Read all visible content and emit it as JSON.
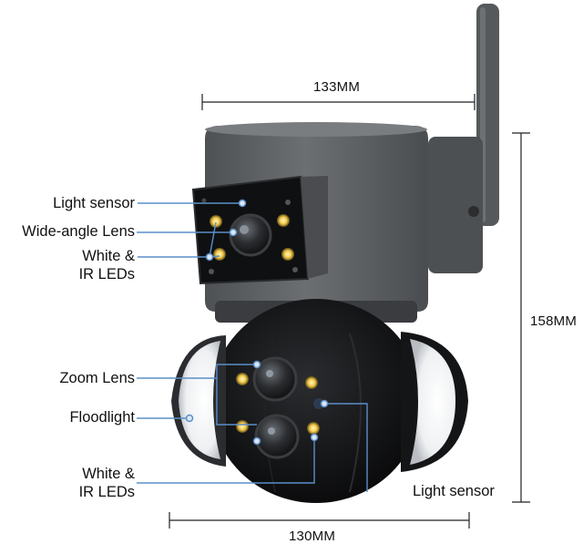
{
  "dimensions": {
    "top_width": "133MM",
    "height": "158MM",
    "bottom_width": "130MM"
  },
  "labels": {
    "light_sensor_top": "Light sensor",
    "wide_angle_lens": "Wide-angle Lens",
    "white_ir_leds_top_1": "White &",
    "white_ir_leds_top_2": "IR LEDs",
    "zoom_lens": "Zoom Lens",
    "floodlight": "Floodlight",
    "white_ir_leds_bottom_1": "White &",
    "white_ir_leds_bottom_2": "IR LEDs",
    "light_sensor_bottom": "Light sensor"
  },
  "colors": {
    "leader_line": "#5a8fc8",
    "upper_housing": "#5f6265",
    "dome": "#111214",
    "led_yellow": "#f2c94c"
  }
}
